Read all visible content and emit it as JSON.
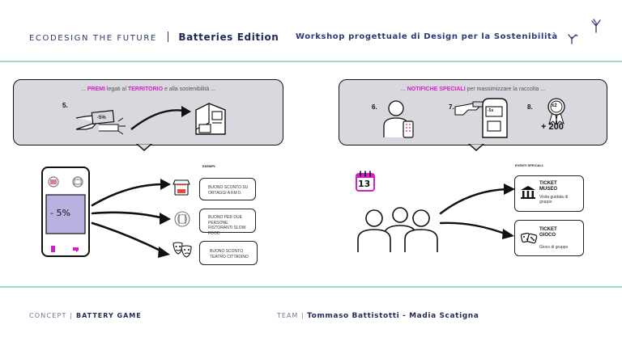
{
  "header": {
    "brand": "ECODESIGN THE FUTURE",
    "edition": "Batteries Edition",
    "subtitle": "Workshop progettuale di Design per la Sostenibilità"
  },
  "left_panel": {
    "title_prefix": "... ",
    "title_hl1": "PREMI",
    "title_mid": " legati al ",
    "title_hl2": "TERRITORIO",
    "title_suffix": " e alla sostenibilità ...",
    "step5": "5.",
    "coupon_label": "-5%",
    "phone_discount": "- 5%",
    "examples_label": "ESEMPI:",
    "examples": [
      "BUONO SCONTO SU ORTAGGI A KM 0.",
      "BUONO PER DUE PERSONE RISTORANTI SLOW FOOD",
      "BUONO SCONTO TEATRO CITTADINO"
    ]
  },
  "right_panel": {
    "title_prefix": "... ",
    "title_hl": "NOTIFICHE SPECIALI",
    "title_suffix": " per massimizzare la raccolta ...",
    "step6": "6.",
    "step7": "7.",
    "step8": "8.",
    "machine_label": "-5s",
    "medal_label": "x2",
    "points": "+ 200",
    "calendar_day": "13",
    "events_label": "EVENTI SPECIALI:",
    "tickets": [
      {
        "title": "TICKET MUSEO",
        "desc": "Visita guidata di gruppo"
      },
      {
        "title": "TICKET GIOCO",
        "desc": "Gioco di gruppo"
      }
    ]
  },
  "footer": {
    "concept_label": "CONCEPT",
    "concept_value": "BATTERY GAME",
    "team_label": "TEAM",
    "team_value": "Tommaso Battistotti - Madia Scatigna"
  },
  "colors": {
    "navy": "#1e2a56",
    "accent_line": "#9fd8cc",
    "highlight": "#d21fc8",
    "bubble_fill": "#d8d8de",
    "screen_fill": "#b8b2e0"
  }
}
